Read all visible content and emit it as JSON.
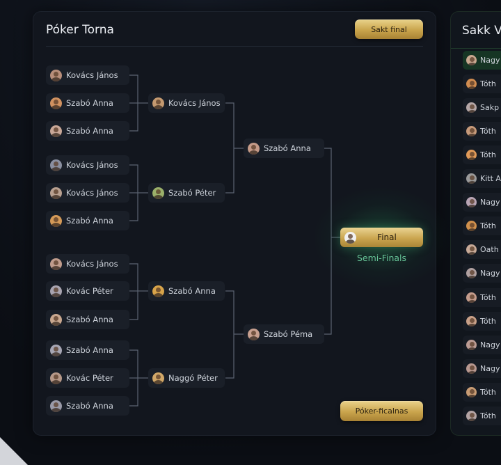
{
  "poker": {
    "title": "Póker Torna",
    "top_button": "Sakt final",
    "bottom_button": "Póker-ficalnas",
    "round1": [
      {
        "name": "Kovács János",
        "avatar": "#b88e7a"
      },
      {
        "name": "Szabó Anna",
        "avatar": "#d09160"
      },
      {
        "name": "Szabó Anna",
        "avatar": "#c9a898"
      },
      {
        "name": "Kovács János",
        "avatar": "#8a8fa0"
      },
      {
        "name": "Kovács János",
        "avatar": "#b8a090"
      },
      {
        "name": "Szabó Anna",
        "avatar": "#d49a58"
      },
      {
        "name": "Kovács János",
        "avatar": "#c09c8c"
      },
      {
        "name": "Kovác Péter",
        "avatar": "#a8a4b0"
      },
      {
        "name": "Szabó Anna",
        "avatar": "#c9a890"
      },
      {
        "name": "Szabó Anna",
        "avatar": "#a6a6b4"
      },
      {
        "name": "Kovác Péter",
        "avatar": "#b69888"
      },
      {
        "name": "Szabó Anna",
        "avatar": "#9a9aa8"
      }
    ],
    "round2": [
      {
        "name": "Kovács János",
        "avatar": "#c59a70"
      },
      {
        "name": "Szabó Péter",
        "avatar": "#9bb06a"
      },
      {
        "name": "Szabó Anna",
        "avatar": "#d8a44a"
      },
      {
        "name": "Naggó Péter",
        "avatar": "#d2a868"
      }
    ],
    "round3": [
      {
        "name": "Szabó Anna",
        "avatar": "#c49a88"
      },
      {
        "name": "Szabó Péma",
        "avatar": "#c8a090"
      }
    ],
    "final": {
      "label": "Final",
      "sublabel": "Semi-Finals",
      "avatar": "#f2f2f2"
    }
  },
  "chess": {
    "title": "Sakk Ve",
    "rows": [
      {
        "name": "Nagy",
        "avatar": "#c8a890",
        "active": true
      },
      {
        "name": "Tóth",
        "avatar": "#d08c50",
        "active": false
      },
      {
        "name": "Sakp",
        "avatar": "#b4a6a6",
        "active": false
      },
      {
        "name": "Tóth",
        "avatar": "#c69a7a",
        "active": false
      },
      {
        "name": "Tóth",
        "avatar": "#e09a58",
        "active": false
      },
      {
        "name": "Kitt A",
        "avatar": "#9a9a9a",
        "active": false
      },
      {
        "name": "Nagy",
        "avatar": "#b8a4b4",
        "active": false
      },
      {
        "name": "Tóth",
        "avatar": "#d0904c",
        "active": false
      },
      {
        "name": "Oath",
        "avatar": "#c8aa98",
        "active": false
      },
      {
        "name": "Nagy",
        "avatar": "#b0a0a0",
        "active": false
      },
      {
        "name": "Tóth",
        "avatar": "#c49c8c",
        "active": false
      },
      {
        "name": "Tóth",
        "avatar": "#c8a088",
        "active": false
      },
      {
        "name": "Nagy",
        "avatar": "#bc9c94",
        "active": false
      },
      {
        "name": "Nagy",
        "avatar": "#b89890",
        "active": false
      },
      {
        "name": "Tóth",
        "avatar": "#c89c74",
        "active": false
      },
      {
        "name": "Tóth",
        "avatar": "#b4a4a4",
        "active": false
      }
    ]
  }
}
